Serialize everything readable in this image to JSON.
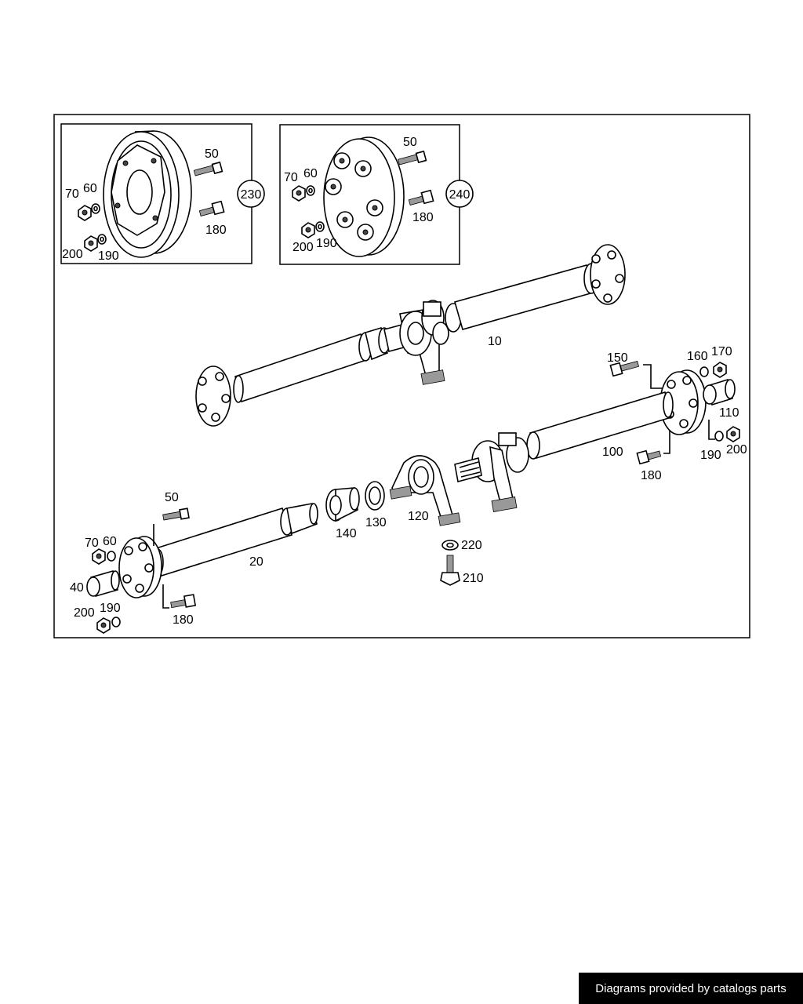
{
  "labels": {
    "inset230": {
      "group": "230",
      "l50": "50",
      "l70": "70",
      "l60": "60",
      "l180": "180",
      "l200": "200",
      "l190": "190"
    },
    "inset240": {
      "group": "240",
      "l50": "50",
      "l70": "70",
      "l60": "60",
      "l180": "180",
      "l200": "200",
      "l190": "190"
    },
    "main": {
      "l10": "10",
      "l150": "150",
      "l160": "160",
      "l170": "170",
      "l110": "110",
      "l190": "190",
      "l200": "200",
      "l100": "100",
      "l180": "180",
      "l50": "50",
      "l70": "70",
      "l60": "60",
      "l40": "40",
      "l20": "20",
      "l140": "140",
      "l130": "130",
      "l120": "120",
      "l220": "220",
      "l210": "210",
      "l200b": "200",
      "l190b": "190",
      "l180b": "180"
    }
  },
  "footer": {
    "credit": "Diagrams provided by catalogs parts"
  }
}
